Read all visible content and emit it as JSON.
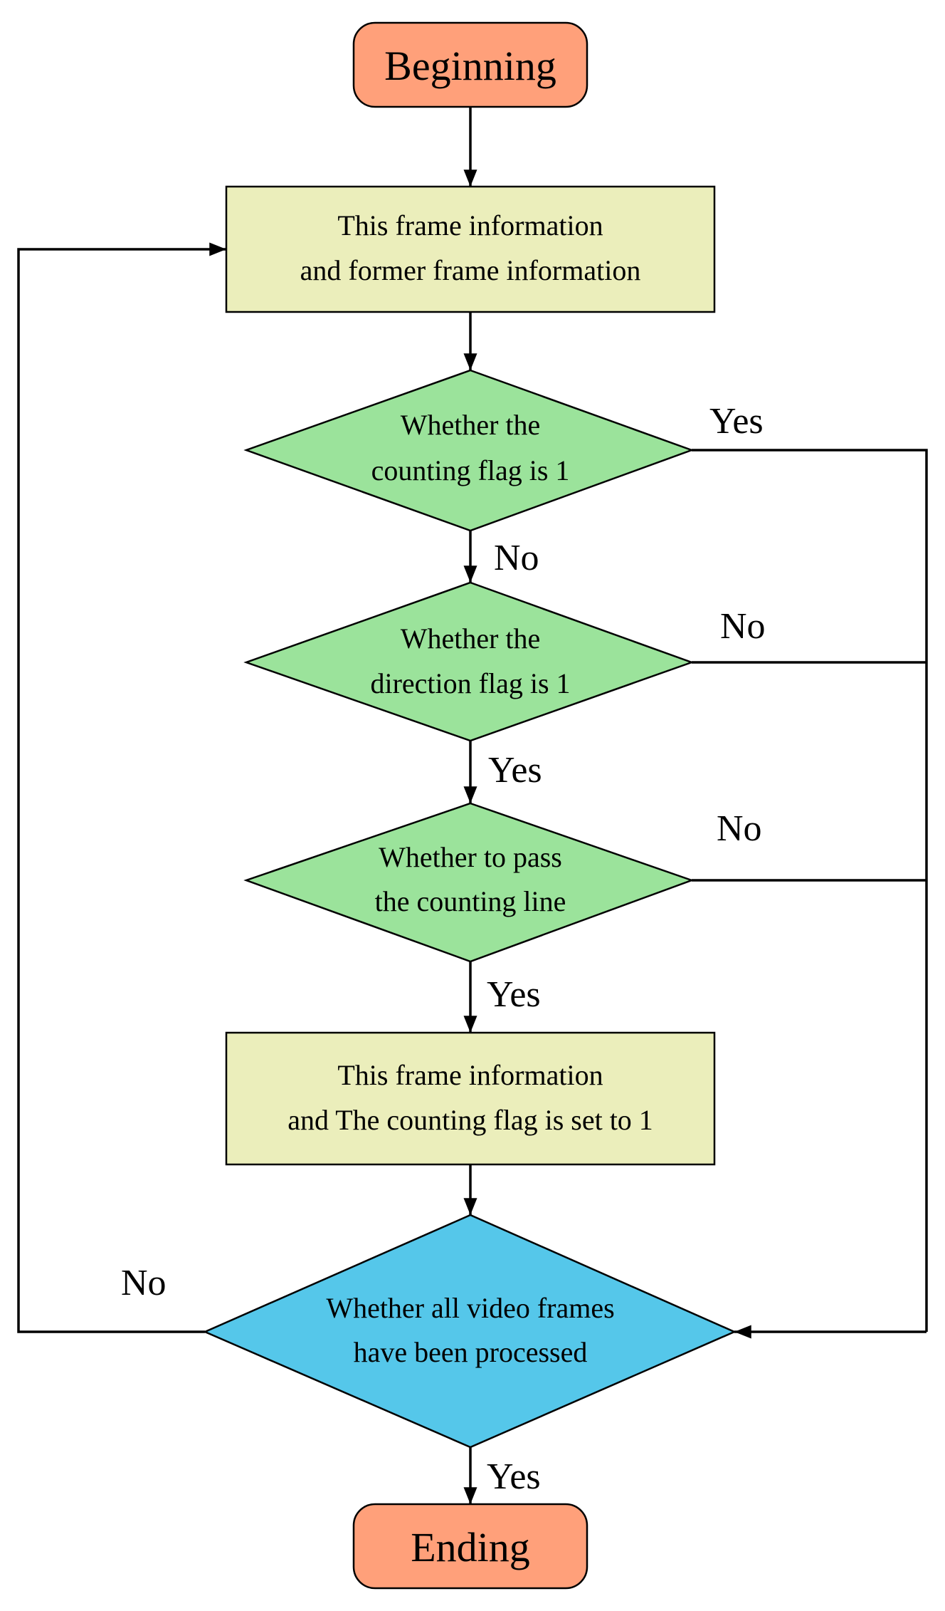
{
  "nodes": {
    "begin": {
      "text": "Beginning",
      "color": "#FFA07A"
    },
    "frame_info": {
      "line1": "This frame information",
      "line2": "and former frame information",
      "color": "#EBEEBB"
    },
    "counting_check": {
      "line1": "Whether the",
      "line2": "counting flag is 1",
      "color": "#9BE39B"
    },
    "direction_check": {
      "line1": "Whether the",
      "line2": "direction flag is 1",
      "color": "#9BE39B"
    },
    "line_check": {
      "line1": "Whether to pass",
      "line2": "the counting line",
      "color": "#9BE39B"
    },
    "set_flag": {
      "line1": "This frame information",
      "line2": "and The counting flag is set to 1",
      "color": "#EBEEBB"
    },
    "all_processed": {
      "line1": "Whether all video frames",
      "line2": "have been processed",
      "color": "#55C7EA"
    },
    "end": {
      "text": "Ending",
      "color": "#FFA07A"
    }
  },
  "labels": {
    "counting_yes": "Yes",
    "counting_no": "No",
    "direction_no": "No",
    "direction_yes": "Yes",
    "line_no": "No",
    "line_yes": "Yes",
    "all_no": "No",
    "all_yes": "Yes"
  }
}
